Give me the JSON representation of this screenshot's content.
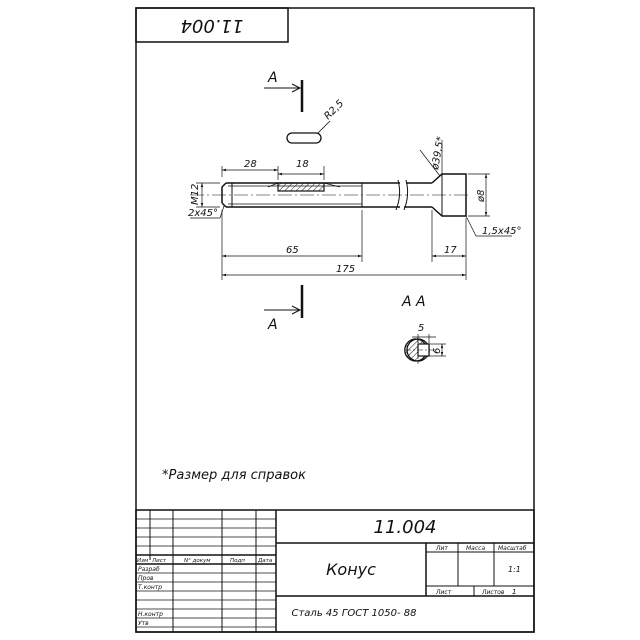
{
  "sheet": {
    "code_stamp_top": "11.004",
    "note": "*Размер для справок"
  },
  "views": {
    "section_label_top": "А",
    "section_label_bottom": "А",
    "section_view_title": "А  А"
  },
  "dimensions": {
    "slot_radius": "R2,5",
    "thread_diameter": "M12",
    "chamfer_left": "2x45°",
    "dim_28": "28",
    "dim_18": "18",
    "dim_65": "65",
    "dim_175": "175",
    "dim_17": "17",
    "cone_diameter": "ø39,5*",
    "diameter_right": "ø8",
    "chamfer_right": "1,5x45°",
    "section_width": "5",
    "section_depth": "6"
  },
  "title_block": {
    "designation": "11.004",
    "part_name": "Конус",
    "material": "Сталь 45  ГОСТ 1050- 88",
    "headers": {
      "lit": "Лит",
      "mass": "Масса",
      "scale": "Масштаб",
      "scale_value": "1:1",
      "sheet": "Лист",
      "sheets": "Листов",
      "sheets_value": "1"
    },
    "left_headers": {
      "izm": "Изм",
      "list": "Лист",
      "doc": "N° докум",
      "sign": "Подп",
      "date": "Дата"
    },
    "roles": {
      "razrab": "Разраб",
      "prov": "Пров",
      "tkontr": "Т.контр",
      "nkontr": "Н.контр",
      "utv": "Утв"
    }
  }
}
